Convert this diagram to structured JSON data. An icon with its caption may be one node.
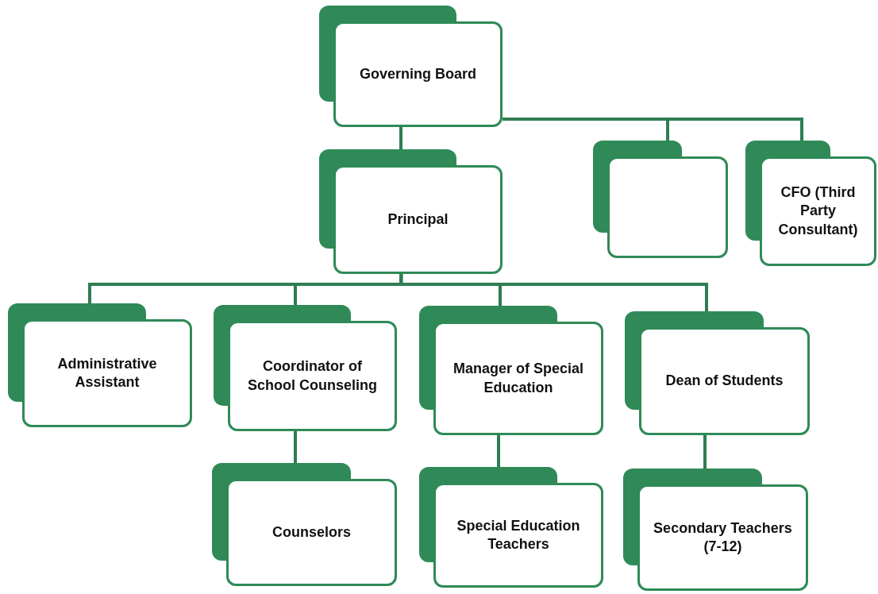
{
  "diagram": {
    "nodes": [
      {
        "text": [
          "Governing Board"
        ]
      },
      {
        "text": [
          "Principal"
        ]
      },
      {
        "text": [],
        "shape": "box"
      },
      {
        "text": [
          "CFO (Third Party Consultant)"
        ]
      },
      {
        "text": [
          "Administrative Assistant"
        ]
      },
      {
        "text": [
          "Coordinator of School Counseling"
        ]
      },
      {
        "text": [
          "Manager of Special Education"
        ]
      },
      {
        "text": [
          "Dean of Students"
        ]
      },
      {
        "text": [
          "Counselors"
        ]
      },
      {
        "text": [
          "Special Education Teachers"
        ]
      },
      {
        "text": [
          "Secondary Teachers (7-12)"
        ]
      }
    ],
    "edges": [
      {
        "from": 0,
        "to": 1,
        "arrow": "none"
      },
      {
        "from": 0,
        "to": 2,
        "arrow": "none"
      },
      {
        "from": 0,
        "to": 3,
        "arrow": "none"
      },
      {
        "from": 1,
        "to": 4,
        "arrow": "none"
      },
      {
        "from": 1,
        "to": 5,
        "arrow": "none"
      },
      {
        "from": 1,
        "to": 6,
        "arrow": "none"
      },
      {
        "from": 1,
        "to": 7,
        "arrow": "none"
      },
      {
        "from": 5,
        "to": 8,
        "arrow": "none"
      },
      {
        "from": 6,
        "to": 9,
        "arrow": "none"
      },
      {
        "from": 7,
        "to": 10,
        "arrow": "none"
      }
    ]
  }
}
